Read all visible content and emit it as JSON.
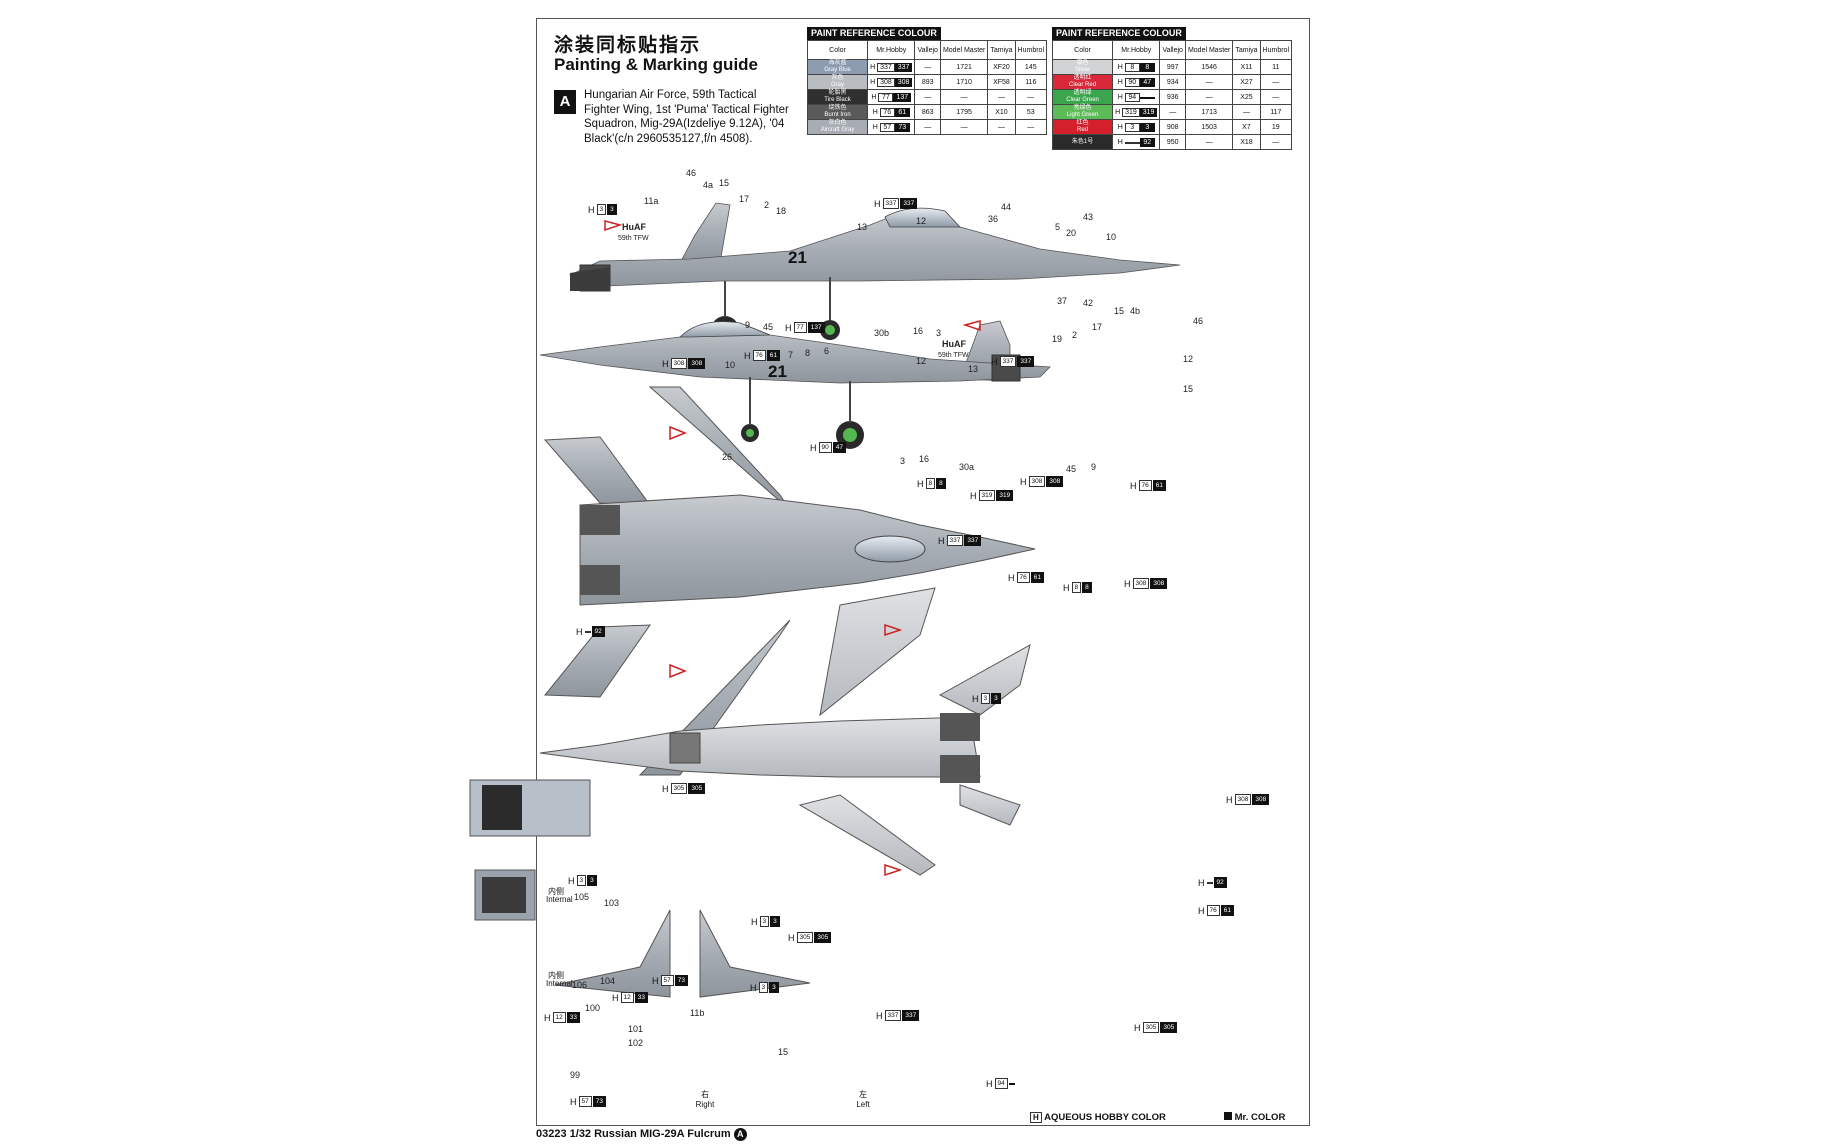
{
  "header": {
    "title_cn": "涂装同标贴指示",
    "title_en": "Painting & Marking guide",
    "scheme_badge": "A",
    "description": "Hungarian Air Force, 59th Tactical Fighter Wing, 1st 'Puma' Tactical Fighter Squadron, Mig-29A(Izdeliye 9.12A), '04 Black'(c/n 2960535127,f/n 4508)."
  },
  "table_left": {
    "caption": "PAINT  REFERENCE COLOUR",
    "headers": [
      "Color",
      "Mr.Hobby",
      "Vallejo",
      "Model Master",
      "Tamiya",
      "Humbrol"
    ],
    "rows": [
      {
        "cn": "海灰蓝",
        "en": "Gray Blue",
        "color": "#8d9bb0",
        "h": "337",
        "m": "337",
        "vallejo": "—",
        "model_master": "1721",
        "tamiya": "XF20",
        "humbrol": "145"
      },
      {
        "cn": "灰色",
        "en": "Gray",
        "color": "#b9bcc0",
        "h": "308",
        "m": "308",
        "vallejo": "893",
        "model_master": "1710",
        "tamiya": "XF58",
        "humbrol": "116"
      },
      {
        "cn": "轮胎黑",
        "en": "Tire Black",
        "color": "#2f2f2f",
        "h": "77",
        "m": "137",
        "vallejo": "—",
        "model_master": "—",
        "tamiya": "—",
        "humbrol": "—"
      },
      {
        "cn": "烧铁色",
        "en": "Burnt Iron",
        "color": "#5b5a5a",
        "h": "76",
        "m": "61",
        "vallejo": "863",
        "model_master": "1795",
        "tamiya": "X10",
        "humbrol": "53"
      },
      {
        "cn": "灰白色",
        "en": "Aircraft Gray",
        "color": "#a7adb3",
        "h": "57",
        "m": "73",
        "vallejo": "—",
        "model_master": "—",
        "tamiya": "—",
        "humbrol": "—"
      }
    ]
  },
  "table_right": {
    "caption": "PAINT  REFERENCE COLOUR",
    "headers": [
      "Color",
      "Mr.Hobby",
      "Vallejo",
      "Model Master",
      "Tamiya",
      "Humbrol"
    ],
    "rows": [
      {
        "cn": "银色",
        "en": "Silver",
        "color": "#d0d2d4",
        "h": "8",
        "m": "8",
        "vallejo": "997",
        "model_master": "1546",
        "tamiya": "X11",
        "humbrol": "11"
      },
      {
        "cn": "透明红",
        "en": "Clear Red",
        "color": "#d9283a",
        "h": "90",
        "m": "47",
        "vallejo": "934",
        "model_master": "—",
        "tamiya": "X27",
        "humbrol": "—"
      },
      {
        "cn": "透明绿",
        "en": "Clear Green",
        "color": "#3aa54c",
        "h": "94",
        "m": "",
        "vallejo": "936",
        "model_master": "—",
        "tamiya": "X25",
        "humbrol": "—"
      },
      {
        "cn": "亮绿色",
        "en": "Light Green",
        "color": "#5dbb57",
        "h": "319",
        "m": "319",
        "vallejo": "—",
        "model_master": "1713",
        "tamiya": "—",
        "humbrol": "117"
      },
      {
        "cn": "红色",
        "en": "Red",
        "color": "#d3202c",
        "h": "3",
        "m": "3",
        "vallejo": "908",
        "model_master": "1503",
        "tamiya": "X7",
        "humbrol": "19"
      },
      {
        "cn": "朱色1号",
        "en": "",
        "color": "#2a2a2a",
        "h": "",
        "m": "92",
        "vallejo": "950",
        "model_master": "—",
        "tamiya": "X18",
        "humbrol": "—"
      }
    ]
  },
  "markings": {
    "tail_code_1": "HuAF",
    "tail_code_2": "59th TFW",
    "side_number": "21"
  },
  "callouts_side_left": [
    "46",
    "4a",
    "15",
    "17",
    "2",
    "18",
    "11a",
    "13",
    "12",
    "15",
    "13",
    "12",
    "44",
    "36",
    "5",
    "43",
    "20",
    "10",
    "37",
    "42",
    "9",
    "45",
    "30b",
    "16",
    "3"
  ],
  "callouts_side_right": [
    "7",
    "8",
    "6",
    "10",
    "12",
    "13",
    "19",
    "2",
    "17",
    "15",
    "4b",
    "46",
    "12",
    "15",
    "26",
    "16",
    "3",
    "30a",
    "45",
    "9"
  ],
  "h_codes": {
    "top_side_tail": {
      "w": "3",
      "b": "3"
    },
    "top_side_body": {
      "w": "337",
      "b": "337"
    },
    "top_side_wheel": {
      "w": "77",
      "b": "137"
    },
    "right_side_nose": {
      "w": "308",
      "b": "308"
    },
    "right_side_canopy": {
      "w": "76",
      "b": "61"
    },
    "right_side_body": {
      "w": "337",
      "b": "337"
    },
    "right_side_gear": {
      "w": "90",
      "b": "47"
    },
    "right_side_silver": {
      "w": "8",
      "b": "8"
    },
    "right_side_green": {
      "w": "319",
      "b": "319"
    },
    "right_side_grey": {
      "w": "308",
      "b": "308"
    },
    "right_side_nozzle": {
      "w": "76",
      "b": "61"
    },
    "top_view_body": {
      "w": "337",
      "b": "337"
    },
    "top_view_cockpit": {
      "w": "76",
      "b": "61"
    },
    "top_view_silver": {
      "w": "8",
      "b": "8"
    },
    "top_view_nose": {
      "w": "308",
      "b": "308"
    },
    "top_view_black": {
      "w": "",
      "b": "92"
    },
    "top_view_red": {
      "w": "3",
      "b": "3"
    },
    "top_view_tail": {
      "w": "305",
      "b": "305"
    },
    "bottom_view_fin": {
      "w": "308",
      "b": "308"
    },
    "bottom_view_black": {
      "w": "",
      "b": "92"
    },
    "bottom_view_nozzle": {
      "w": "76",
      "b": "61"
    },
    "bottom_view_red": {
      "w": "3",
      "b": "3"
    },
    "bottom_view_mid": {
      "w": "305",
      "b": "305"
    },
    "bottom_view_tail": {
      "w": "305",
      "b": "305"
    },
    "bottom_view_green": {
      "w": "94",
      "b": ""
    },
    "cockpit_red": {
      "w": "3",
      "b": "3"
    },
    "cockpit_gray": {
      "w": "57",
      "b": "73"
    },
    "cockpit_side": {
      "w": "12",
      "b": "33"
    },
    "panel_top": {
      "w": "12",
      "b": "33"
    },
    "panel_bottom": {
      "w": "57",
      "b": "73"
    },
    "fin_right": {
      "w": "3",
      "b": "3"
    },
    "fin_left": {
      "w": "337",
      "b": "337"
    }
  },
  "cockpit_labels": {
    "internal_cn": "内侧",
    "internal_en": "Internal",
    "n105": "105",
    "n103": "103",
    "n104": "104",
    "n106": "106",
    "n100": "100",
    "n101": "101",
    "n102": "102",
    "n99": "99"
  },
  "fins": {
    "right_cn": "右",
    "right_en": "Right",
    "left_cn": "左",
    "left_en": "Left",
    "label_11b": "11b",
    "label_15": "15"
  },
  "legend": {
    "aqueous_prefix": "H",
    "aqueous": "AQUEOUS HOBBY COLOR",
    "mrcolor": "Mr. COLOR"
  },
  "footer": {
    "text": "03223 1/32  Russian MIG-29A Fulcrum",
    "badge": "A"
  }
}
